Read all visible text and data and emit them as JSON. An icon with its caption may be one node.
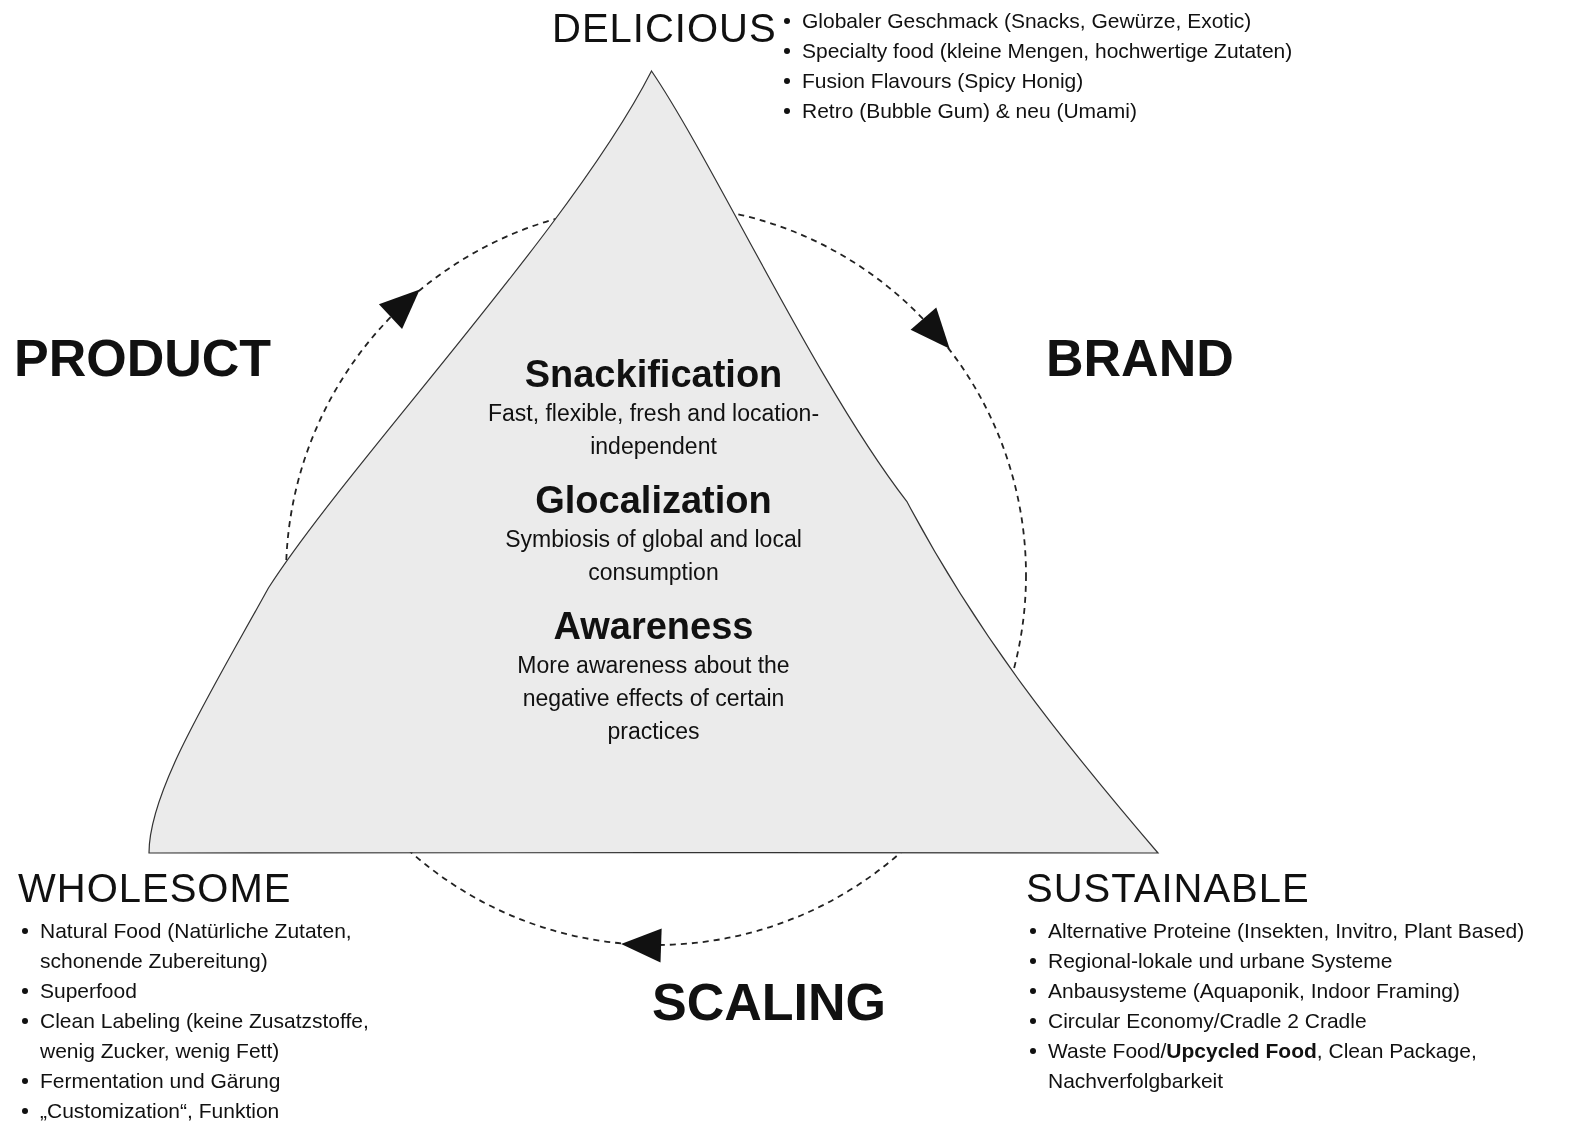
{
  "diagram": {
    "nodes": [
      {
        "text": [
          "Snackification",
          "Fast, flexible, fresh and location-independent",
          "Glocalization",
          "Symbiosis of global and local consumption",
          "Awareness",
          "More awareness about the negative effects of certain practices"
        ]
      }
    ],
    "labels": [
      "DELICIOUS",
      "Globaler Geschmack (Snacks, Gewürze, Exotic)",
      "Specialty food (kleine Mengen, hochwertige Zutaten)",
      "Fusion Flavours (Spicy Honig)",
      "Retro (Bubble Gum) & neu (Umami)",
      "PRODUCT",
      "BRAND",
      "WHOLESOME",
      "Natural Food (Natürliche Zutaten, schonende Zubereitung)",
      "Superfood",
      "Clean Labeling (keine Zusatzstoffe, wenig Zucker, wenig Fett)",
      "Fermentation und Gärung",
      "„Customization“, Funktion",
      "SUSTAINABLE",
      "Alternative Proteine (Insekten, Invitro, Plant Based)",
      "Regional-lokale und urbane Systeme",
      "Anbausysteme (Aquaponik, Indoor Framing)",
      "Circular Economy/Cradle 2 Cradle",
      "Waste Food/**Upcycled Food**, Clean Package, Nachverfolgbarkeit",
      "SCALING"
    ]
  }
}
